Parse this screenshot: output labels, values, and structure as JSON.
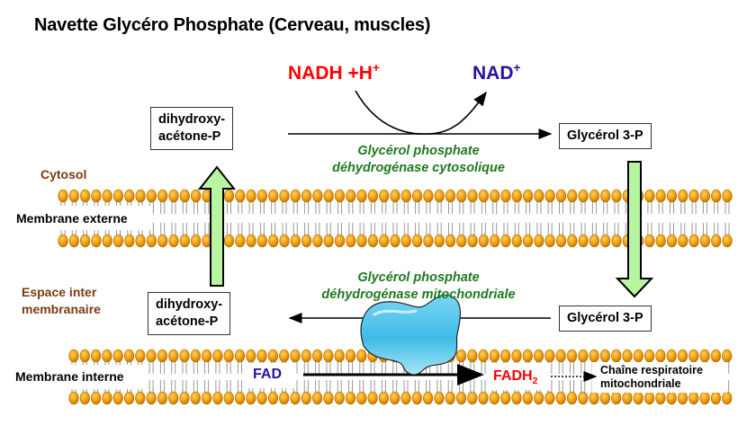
{
  "title": "Navette Glycéro Phosphate (Cerveau, muscles)",
  "compartments": {
    "cytosol": "Cytosol",
    "outer_membrane": "Membrane externe",
    "intermembrane_line1": "Espace inter",
    "intermembrane_line2": "membranaire",
    "inner_membrane": "Membrane interne"
  },
  "cofactors": {
    "nadh": "NADH +H",
    "nadh_sup": "+",
    "nad": "NAD",
    "nad_sup": "+",
    "fad": "FAD",
    "fadh": "FADH",
    "fadh_sub": "2"
  },
  "boxes": {
    "dhap_top_line1": "dihydroxy-",
    "dhap_top_line2": "acétone-P",
    "g3p_top": "Glycérol 3-P",
    "dhap_bottom_line1": "dihydroxy-",
    "dhap_bottom_line2": "acétone-P",
    "g3p_bottom": "Glycérol 3-P"
  },
  "enzymes": {
    "cytosolic_line1": "Glycérol phosphate",
    "cytosolic_line2": "déhydrogénase cytosolique",
    "mitochondrial_line1": "Glycérol phosphate",
    "mitochondrial_line2": "déhydrogénase mitochondriale"
  },
  "respiratory_chain": {
    "line1": "Chaîne respiratoire",
    "line2": "mitochondriale"
  },
  "colors": {
    "lipid_head": "#f0a010",
    "lipid_head_edge": "#b06a00",
    "transport_arrow_fill": "#b8f5a0",
    "enzyme_text": "#1e7a1e",
    "nadh": "#ff0000",
    "nad": "#2a0fa0",
    "compartment_label": "#7a3a10",
    "protein": "#4cc4ea"
  }
}
